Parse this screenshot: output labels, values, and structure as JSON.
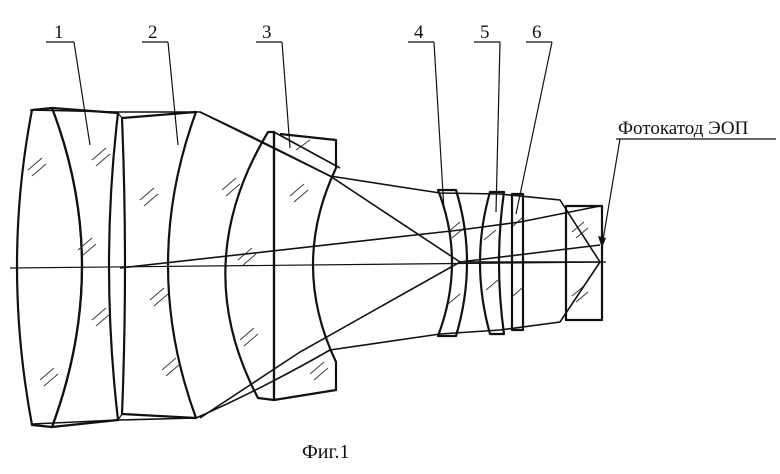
{
  "figure": {
    "caption": "Фиг.1",
    "labels": {
      "l1": "1",
      "l2": "2",
      "l3": "3",
      "l4": "4",
      "l5": "5",
      "l6": "6",
      "photocathode": "Фотокатод ЭОП"
    }
  }
}
